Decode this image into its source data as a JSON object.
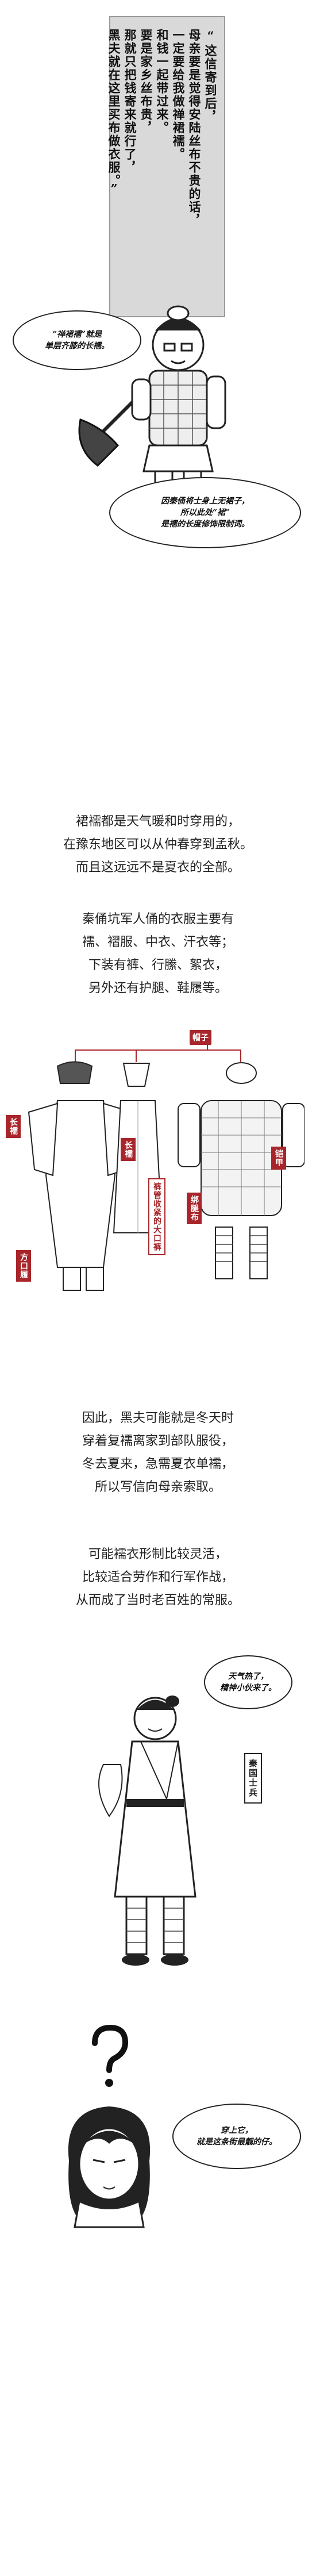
{
  "panel1": {
    "letter_columns": [
      "“这信寄到后，",
      "母亲要是觉得安陆丝布不贵的话，",
      "一定要给我做禅裙襦。",
      "和钱一起带过来。",
      "要是家乡丝布贵，",
      "那就只把钱寄来就行了，",
      "黑夫就在这里买布做衣服。”"
    ],
    "bubble_top": "“禅裙襦”就是\n单层齐膝的长襦。",
    "bubble_bottom": "因秦俑将士身上无裙子，\n所以此处“裙”\n是襦的长度修饰限制词。"
  },
  "text1": {
    "lines": [
      "裙襦都是天气暖和时穿用的，",
      "在豫东地区可以从仲春穿到孟秋。",
      "而且这远远不是夏衣的全部。"
    ]
  },
  "text2": {
    "lines": [
      "秦俑坑军人俑的衣服主要有",
      "襦、褶服、中衣、汗衣等；",
      "下装有裤、行縢、絮衣，",
      "另外还有护腿、鞋履等。"
    ]
  },
  "diagram": {
    "hat_label": "帽子",
    "robe_label": "长襦",
    "long_robe_label": "长襦",
    "armor_label": "铠甲",
    "puttee_label": "绑腿布",
    "trousers_label": "裤管收紧的大口裤",
    "shoe_label": "方口履"
  },
  "text3": {
    "lines": [
      "因此，黑夫可能就是冬天时",
      "穿着复襦离家到部队服役，",
      "冬去夏来，急需夏衣单襦，",
      "所以写信向母亲索取。"
    ]
  },
  "text4": {
    "lines": [
      "可能襦衣形制比较灵活，",
      "比较适合劳作和行军作战，",
      "从而成了当时老百姓的常服。"
    ]
  },
  "panel2": {
    "bubble_hot": "天气热了，\n精神小伙来了。",
    "soldier_label": "秦国士兵",
    "bubble_fashion": "穿上它，\n就是这条街最靓的仔。"
  },
  "colors": {
    "accent_red": "#a8262b",
    "letter_bg": "#d9d9d9",
    "text": "#222222"
  }
}
